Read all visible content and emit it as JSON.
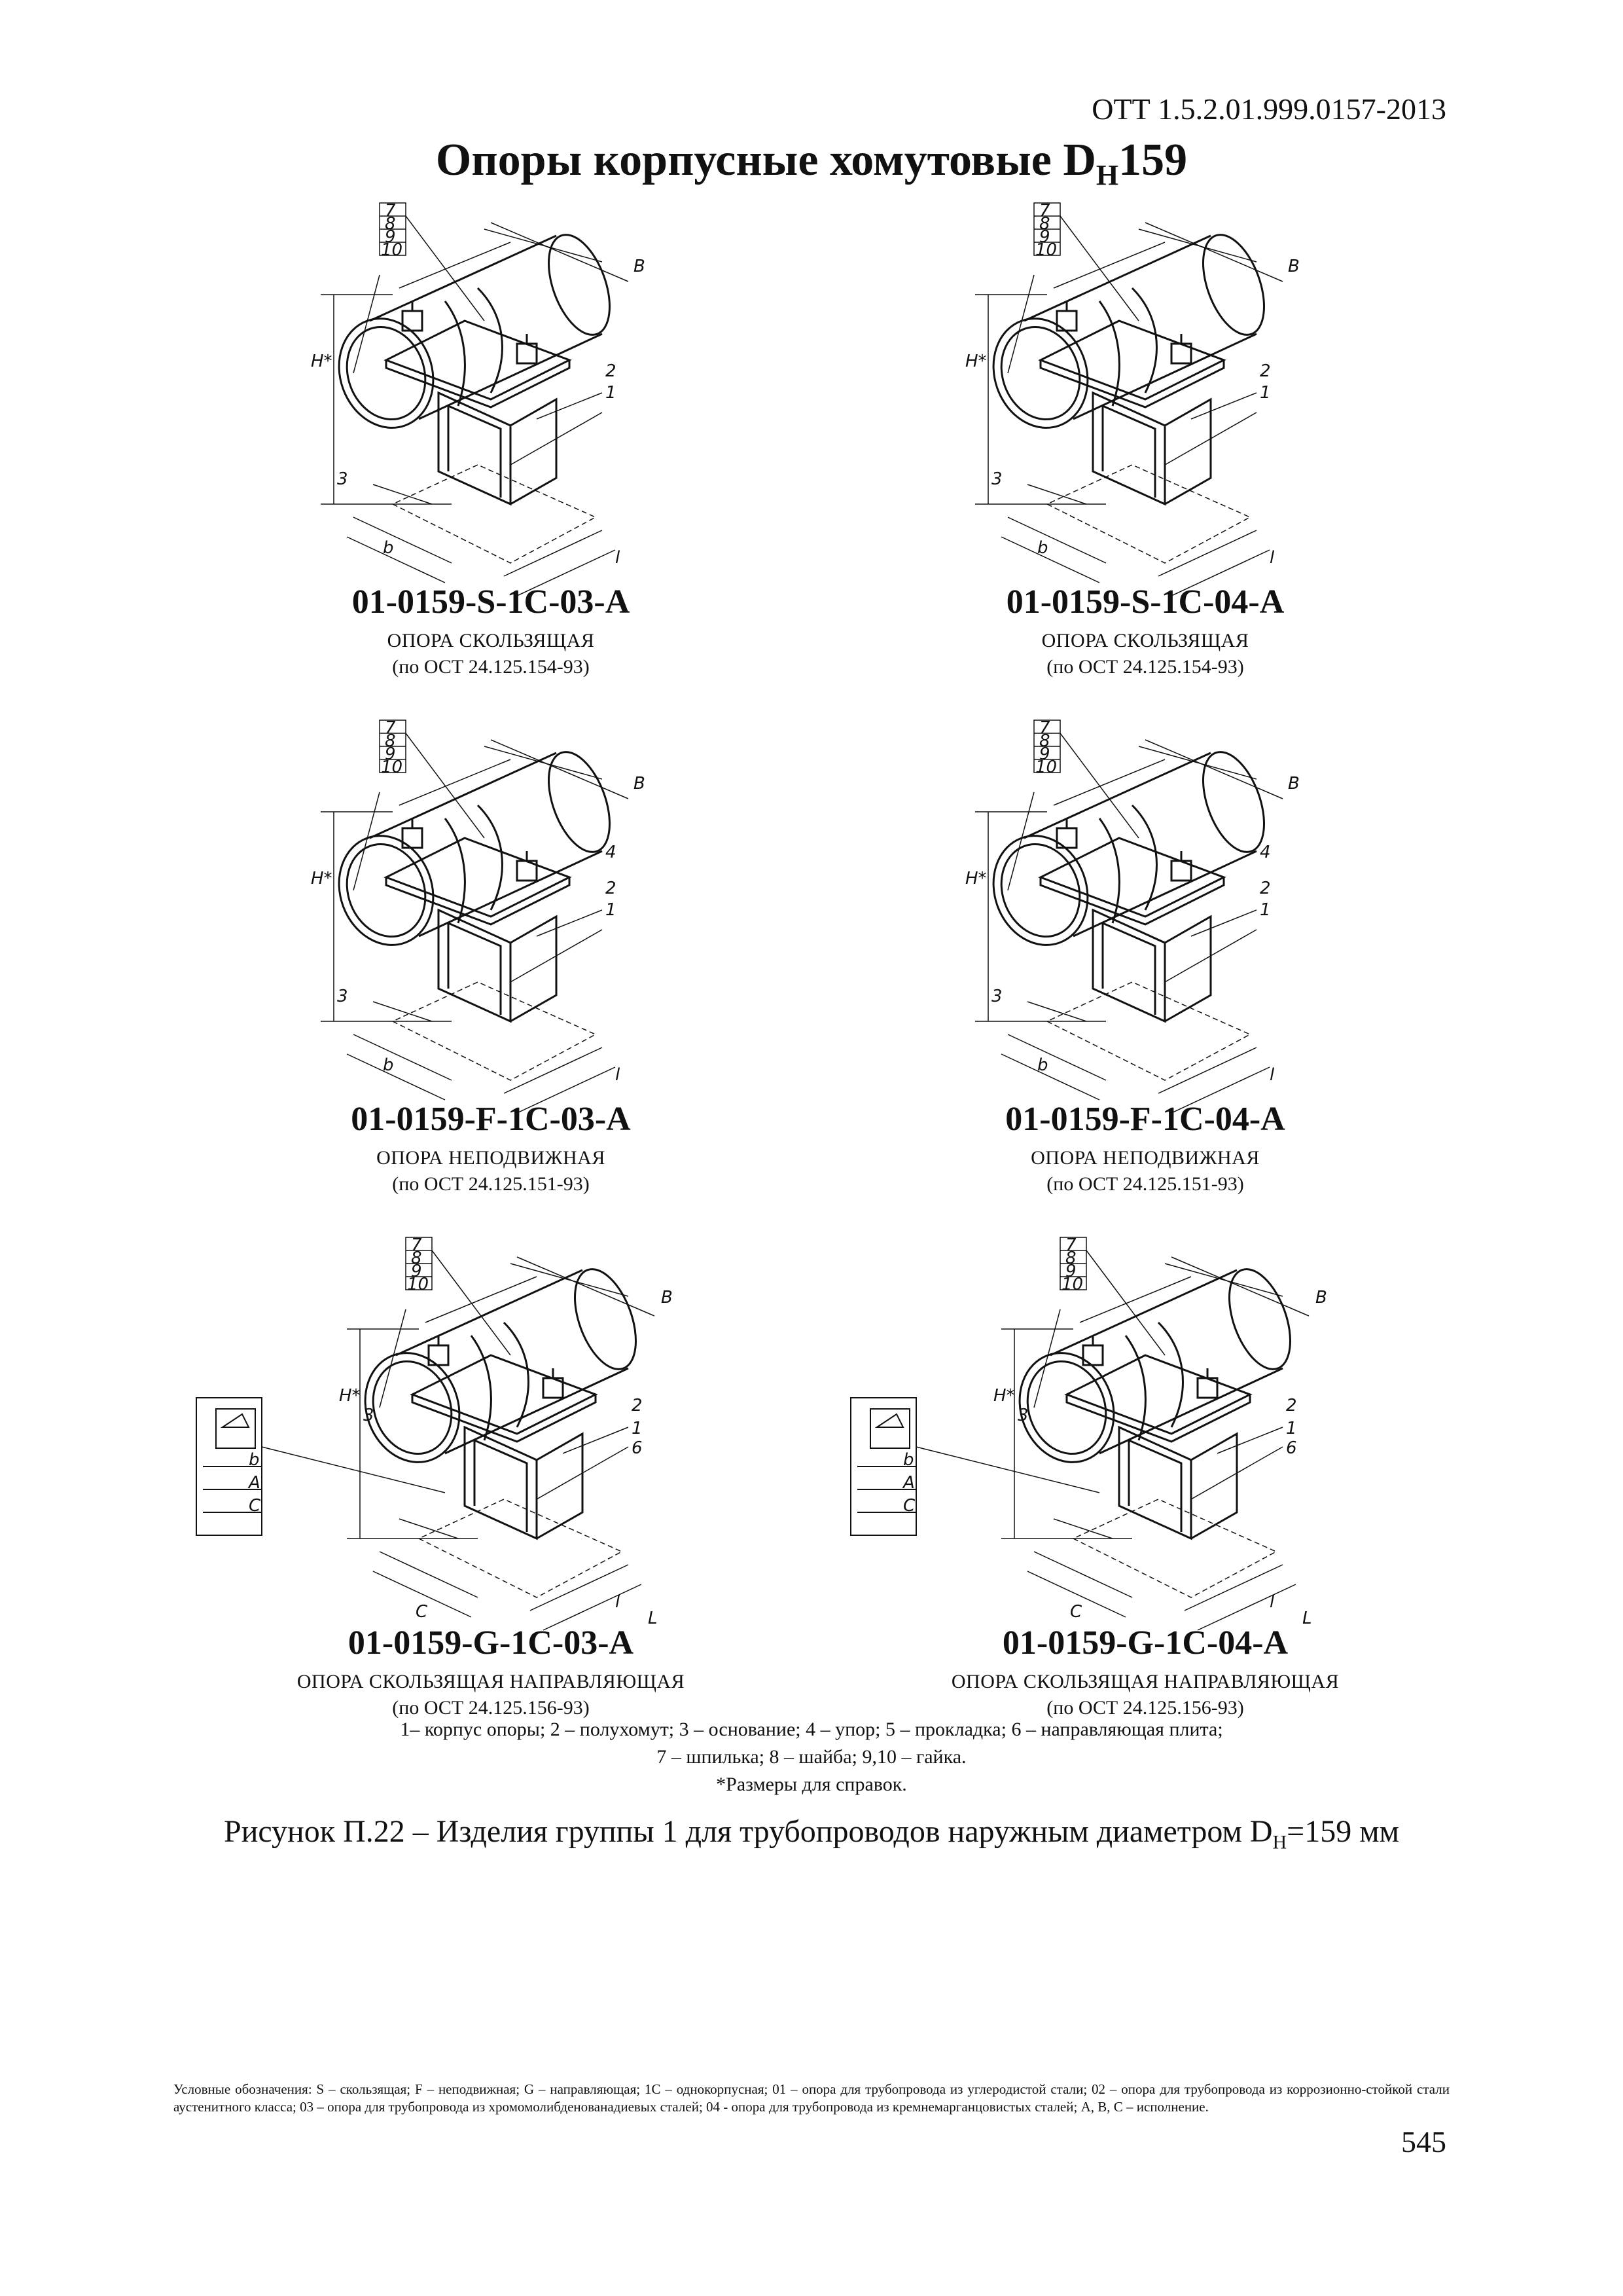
{
  "header": {
    "doc_code": "ОТТ 1.5.2.01.999.0157-2013",
    "title_main": "Опоры корпусные хомутовые   D",
    "title_sub": "Н",
    "title_end": "159"
  },
  "items": [
    {
      "code": "01-0159-S-1C-03-A",
      "name": "ОПОРА СКОЛЬЗЯЩАЯ",
      "standard": "(по ОСТ 24.125.154-93)"
    },
    {
      "code": "01-0159-S-1C-04-A",
      "name": "ОПОРА СКОЛЬЗЯЩАЯ",
      "standard": "(по ОСТ 24.125.154-93)"
    },
    {
      "code": "01-0159-F-1C-03-A",
      "name": "ОПОРА НЕПОДВИЖНАЯ",
      "standard": "(по ОСТ 24.125.151-93)"
    },
    {
      "code": "01-0159-F-1C-04-A",
      "name": "ОПОРА НЕПОДВИЖНАЯ",
      "standard": "(по ОСТ 24.125.151-93)"
    },
    {
      "code": "01-0159-G-1C-03-A",
      "name": "ОПОРА СКОЛЬЗЯЩАЯ НАПРАВЛЯЮЩАЯ",
      "standard": "(по ОСТ 24.125.156-93)"
    },
    {
      "code": "01-0159-G-1C-04-A",
      "name": "ОПОРА СКОЛЬЗЯЩАЯ НАПРАВЛЯЮЩАЯ",
      "standard": "(по ОСТ 24.125.156-93)"
    }
  ],
  "drawing_labels": {
    "parts": [
      "1",
      "2",
      "3",
      "4",
      "6",
      "7",
      "8",
      "9",
      "10"
    ],
    "dims": [
      "B",
      "H*",
      "b",
      "l",
      "L",
      "A",
      "C"
    ]
  },
  "legend": {
    "line1": "1– корпус опоры; 2 – полухомут; 3 – основание; 4 – упор; 5 – прокладка; 6 – направляющая плита;",
    "line2": "7 – шпилька; 8 – шайба; 9,10 – гайка.",
    "line3": "*Размеры для справок."
  },
  "caption": {
    "main": "Рисунок П.22 – Изделия группы 1 для трубопроводов наружным диаметром D",
    "sub": "Н",
    "end": "=159 мм"
  },
  "footnote": "Условные обозначения: S – скользящая; F – неподвижная;  G – направляющая; 1С – однокорпусная; 01 – опора для трубопровода из углеродистой стали; 02 – опора для трубопровода из коррозионно-стойкой стали аустенитного класса; 03 – опора для трубопровода из хромомолибденованадиевых сталей; 04 - опора для трубопровода из кремнемарганцовистых сталей; А, В, С – исполнение.",
  "page_number": "545"
}
